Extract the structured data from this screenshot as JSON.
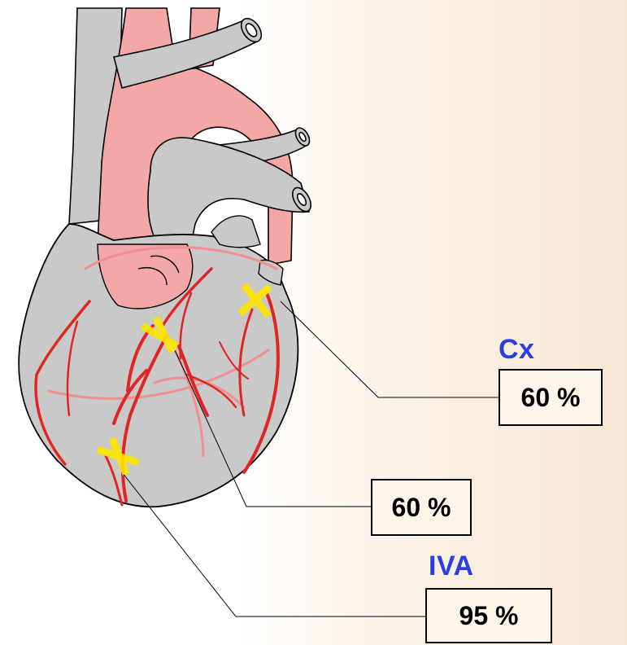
{
  "annotations": {
    "cx": {
      "label": "Cx",
      "value": "60 %"
    },
    "middle": {
      "value": "60 %"
    },
    "iva": {
      "label": "IVA",
      "value": "95 %"
    }
  },
  "colors": {
    "heart": "#c8c8c8",
    "aorta": "#f4a7a7",
    "artery": "#e02525",
    "artery_faint": "#f09090",
    "stenosis_marker": "#ffe600",
    "label_blue": "#2b3fe0",
    "outline": "#000000"
  },
  "icons": [
    "stenosis-x-icon"
  ]
}
